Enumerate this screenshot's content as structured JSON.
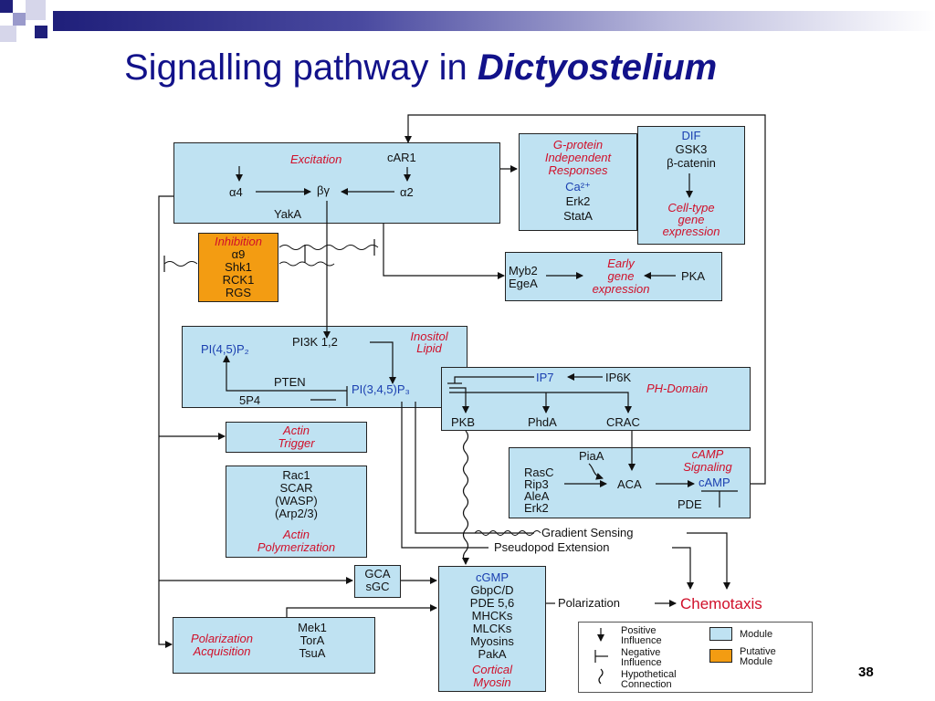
{
  "title": {
    "plain": "Signalling pathway in ",
    "emph": "Dictyostelium"
  },
  "page_number": "38",
  "excitation": {
    "label": "Excitation",
    "car1": "cAR1",
    "a4": "α4",
    "bg": "βγ",
    "a2": "α2",
    "yaka": "YakA"
  },
  "inhibition": {
    "label": "Inhibition",
    "items": [
      "α9",
      "Shk1",
      "RCK1",
      "RGS"
    ]
  },
  "gprotein": {
    "label": [
      "G-protein",
      "Independent",
      "Responses"
    ],
    "ca": "Ca²⁺",
    "erk2": "Erk2",
    "stata": "StatA"
  },
  "dif": {
    "label": "DIF",
    "gsk3": "GSK3",
    "bcat": "β-catenin",
    "celltype": [
      "Cell-type",
      "gene",
      "expression"
    ]
  },
  "early": {
    "myb2": "Myb2",
    "egea": "EgeA",
    "label": [
      "Early",
      "gene",
      "expression"
    ],
    "pka": "PKA"
  },
  "inositol": {
    "label": [
      "Inositol",
      "Lipid"
    ],
    "pi45": "PI(4,5)P₂",
    "pi3k": "PI3K 1,2",
    "pten": "PTEN",
    "pi345": "PI(3,4,5)P₃",
    "fivep4": "5P4"
  },
  "ph": {
    "ip7": "IP7",
    "ip6k": "IP6K",
    "label": "PH-Domain",
    "pkb": "PKB",
    "phda": "PhdA",
    "crac": "CRAC"
  },
  "actin_trigger": {
    "label": [
      "Actin",
      "Trigger"
    ]
  },
  "actin_poly": {
    "items": [
      "Rac1",
      "SCAR",
      "(WASP)",
      "(Arp2/3)"
    ],
    "label": [
      "Actin",
      "Polymerization"
    ]
  },
  "camp": {
    "piaa": "PiaA",
    "rasc": "RasC",
    "rip3": "Rip3",
    "alea": "AleA",
    "erk2": "Erk2",
    "aca": "ACA",
    "label": [
      "cAMP",
      "Signaling"
    ],
    "camp": "cAMP",
    "pde": "PDE"
  },
  "processes": {
    "gradient": "Gradient Sensing",
    "pseudopod": "Pseudopod Extension",
    "polarization": "Polarization",
    "chemotaxis": "Chemotaxis"
  },
  "gc": {
    "items": [
      "GCA",
      "sGC"
    ]
  },
  "cgmp": {
    "title": "cGMP",
    "items": [
      "GbpC/D",
      "PDE 5,6",
      "MHCKs",
      "MLCKs",
      "Myosins",
      "PakA"
    ],
    "label": [
      "Cortical",
      "Myosin"
    ]
  },
  "polacq": {
    "label": [
      "Polarization",
      "Acquisition"
    ],
    "items": [
      "Mek1",
      "TorA",
      "TsuA"
    ]
  },
  "legend": {
    "positive": [
      "Positive",
      "Influence"
    ],
    "negative": [
      "Negative",
      "Influence"
    ],
    "hypothetical": [
      "Hypothetical",
      "Connection"
    ],
    "module": "Module",
    "putative": [
      "Putative",
      "Module"
    ]
  },
  "colors": {
    "module": "#bfe2f2",
    "putative": "#f39c12",
    "red_text": "#d0102a",
    "blue_text": "#1a3fb0",
    "title": "#12128a"
  }
}
